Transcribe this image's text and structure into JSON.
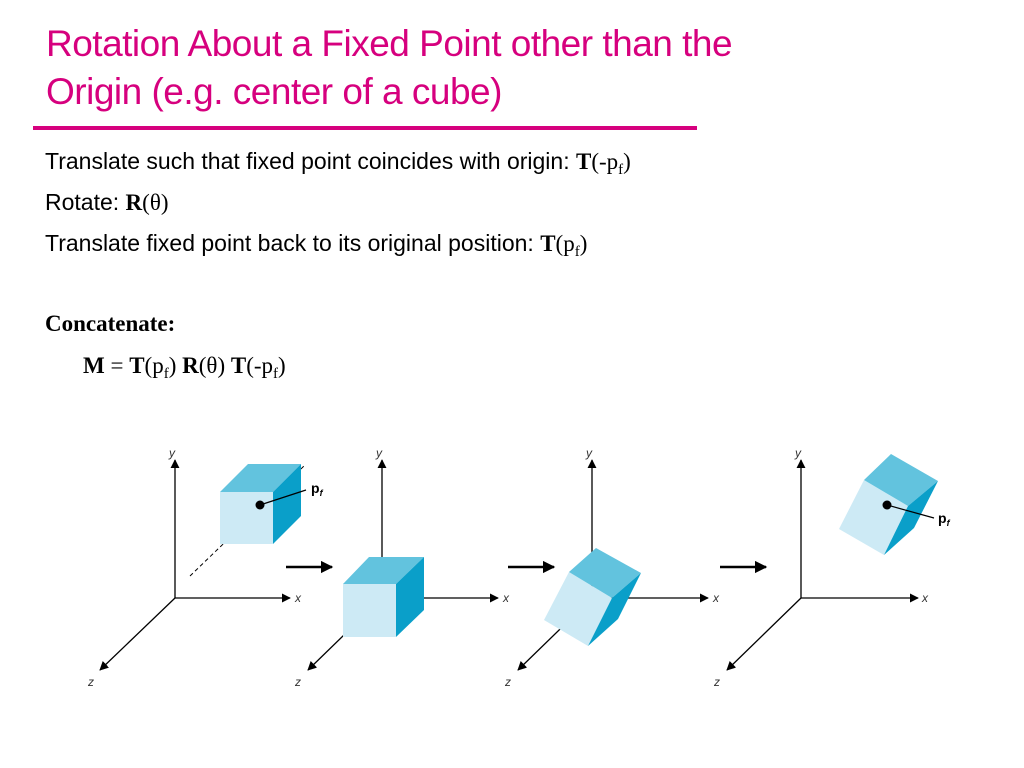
{
  "title": {
    "line1": "Rotation About a Fixed Point other than the",
    "line2": "Origin (e.g. center of a cube)"
  },
  "steps": [
    {
      "text": "Translate such that fixed point coincides with origin: ",
      "op": "T",
      "arg": "(-p",
      "sub": "f",
      "close": ")"
    },
    {
      "text": "Rotate: ",
      "op": "R",
      "arg": "(θ)"
    },
    {
      "text": "Translate fixed point back to its original position: ",
      "op": "T",
      "arg": "(p",
      "sub": "f",
      "close": ")"
    }
  ],
  "concatenate": {
    "label": "Concatenate:",
    "lhs": "M",
    "eq": " = ",
    "t1_op": "T",
    "t1_arg": "(p",
    "t1_sub": "f",
    "t1_close": ")",
    "r_op": "R",
    "r_arg": "(θ)",
    "t2_op": "T",
    "t2_arg": "(-p",
    "t2_sub": "f",
    "t2_close": ")"
  },
  "figure": {
    "axis_x": "x",
    "axis_y": "y",
    "axis_z": "z",
    "point_label": "p",
    "point_sub": "f",
    "colors": {
      "cube_front": "#cdeaf5",
      "cube_top": "#62c3de",
      "cube_side": "#0a9fc9",
      "axes": "#000000"
    }
  }
}
